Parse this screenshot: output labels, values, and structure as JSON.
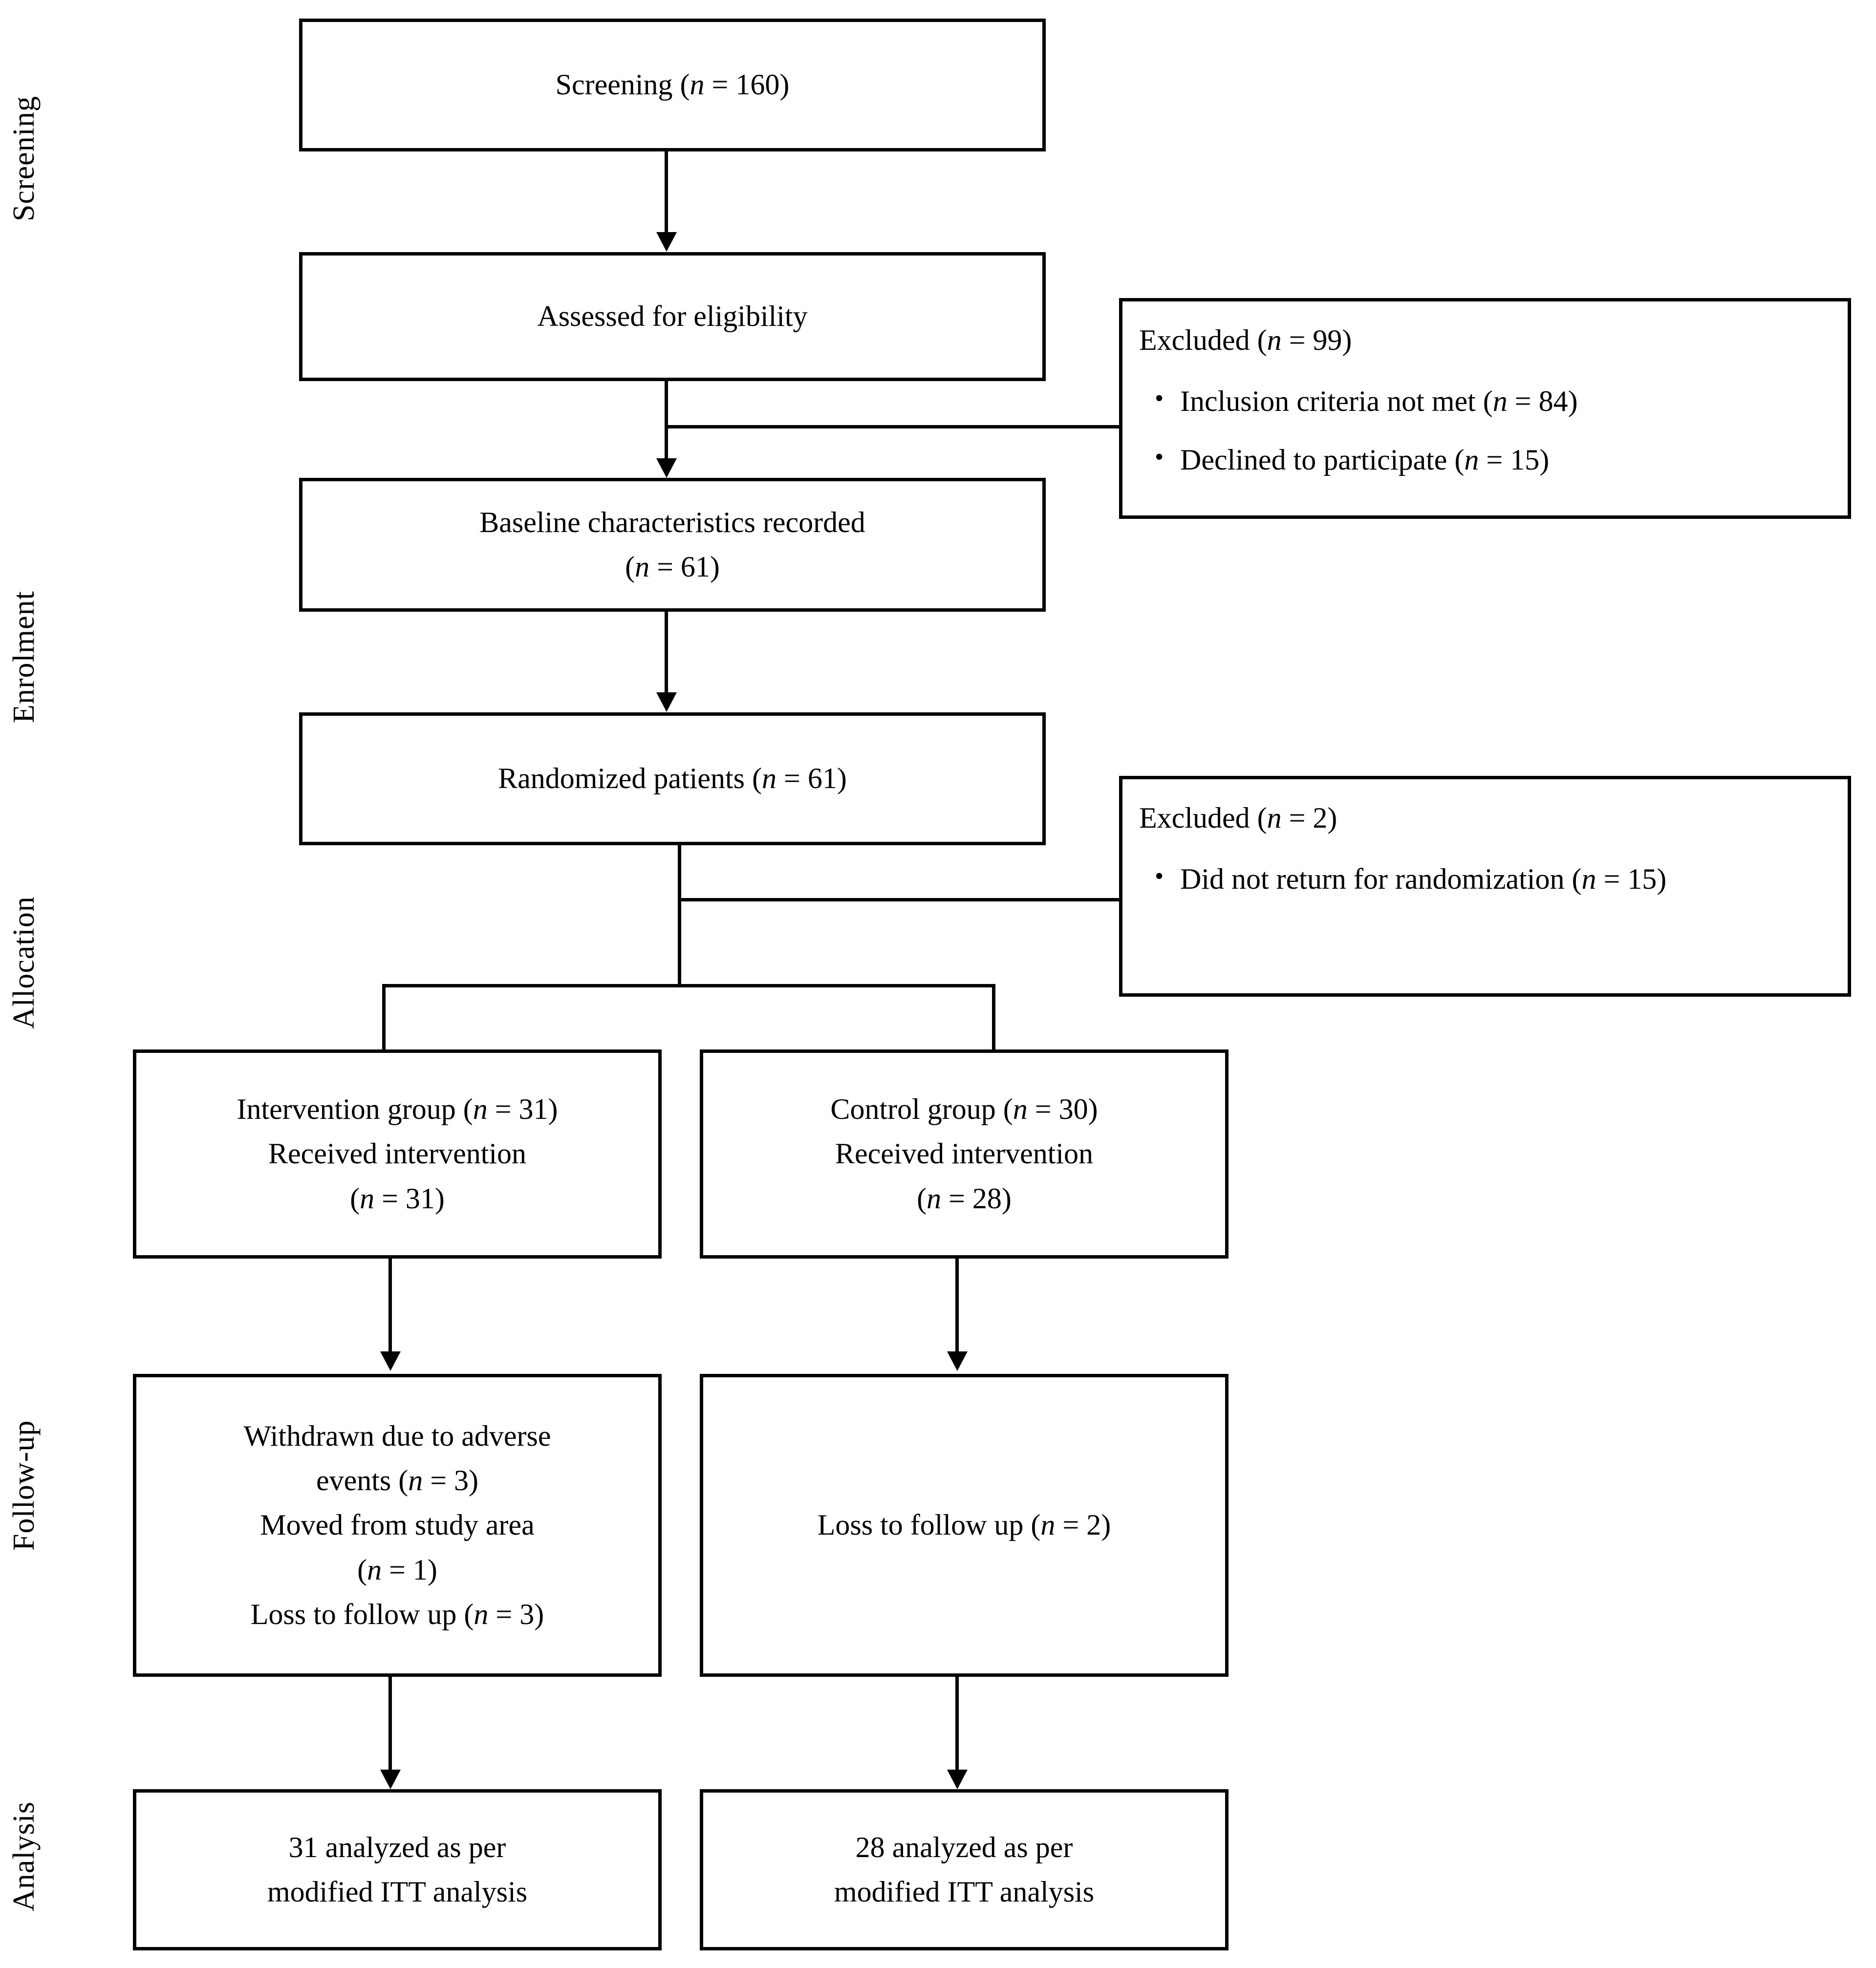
{
  "diagram": {
    "type": "consort-flow-diagram",
    "stages": [
      {
        "id": "screening",
        "label": "Screening"
      },
      {
        "id": "enrolment",
        "label": "Enrolment"
      },
      {
        "id": "allocation",
        "label": "Allocation"
      },
      {
        "id": "followup",
        "label": "Follow-up"
      },
      {
        "id": "analysis",
        "label": "Analysis"
      }
    ],
    "nodes": {
      "screening": {
        "line1_pre": "Screening (",
        "line1_n": "n",
        "line1_post": " = 160)",
        "n": 160
      },
      "eligibility": {
        "line1": "Assessed for eligibility"
      },
      "excluded_1": {
        "title_pre": "Excluded (",
        "title_n": "n",
        "title_post": " = 99)",
        "n": 99,
        "bullets": [
          {
            "pre": "Inclusion criteria not met (",
            "n": "n",
            "post": " = 84)",
            "count": 84
          },
          {
            "pre": "Declined to participate (",
            "n": "n",
            "post": " = 15)",
            "count": 15
          }
        ]
      },
      "baseline": {
        "line1": "Baseline characteristics recorded",
        "line2_pre": "(",
        "line2_n": "n",
        "line2_post": " = 61)",
        "n": 61
      },
      "randomized": {
        "line1_pre": "Randomized patients (",
        "line1_n": "n",
        "line1_post": " = 61)",
        "n": 61
      },
      "excluded_2": {
        "title_pre": "Excluded (",
        "title_n": "n",
        "title_post": " = 2)",
        "n": 2,
        "bullets": [
          {
            "pre": "Did not return for randomization (",
            "n": "n",
            "post": " = 15)",
            "count": 15
          }
        ]
      },
      "intervention_group": {
        "line1_pre": "Intervention group (",
        "line1_n": "n",
        "line1_post": " = 31)",
        "line2": "Received intervention",
        "line3_pre": "(",
        "line3_n": "n",
        "line3_post": " = 31)",
        "allocated": 31,
        "received": 31
      },
      "control_group": {
        "line1_pre": "Control group (",
        "line1_n": "n",
        "line1_post": " = 30)",
        "line2": "Received intervention",
        "line3_pre": "(",
        "line3_n": "n",
        "line3_post": " = 28)",
        "allocated": 30,
        "received": 28
      },
      "followup_intervention": {
        "line1": "Withdrawn due to adverse",
        "line2_pre": "events (",
        "line2_n": "n",
        "line2_post": " = 3)",
        "line3": "Moved from study area",
        "line4_pre": "(",
        "line4_n": "n",
        "line4_post": " = 1)",
        "line5_pre": "Loss to follow up (",
        "line5_n": "n",
        "line5_post": " = 3)",
        "withdrawn_adverse": 3,
        "moved": 1,
        "loss_followup": 3
      },
      "followup_control": {
        "line1_pre": "Loss to follow up (",
        "line1_n": "n",
        "line1_post": " = 2)",
        "loss_followup": 2
      },
      "analysis_intervention": {
        "line1": "31 analyzed as per",
        "line2": "modified ITT analysis",
        "analyzed": 31
      },
      "analysis_control": {
        "line1": "28 analyzed as per",
        "line2": "modified ITT analysis",
        "analyzed": 28
      }
    },
    "colors": {
      "stroke": "#000000",
      "background": "#ffffff",
      "text": "#000000"
    }
  }
}
